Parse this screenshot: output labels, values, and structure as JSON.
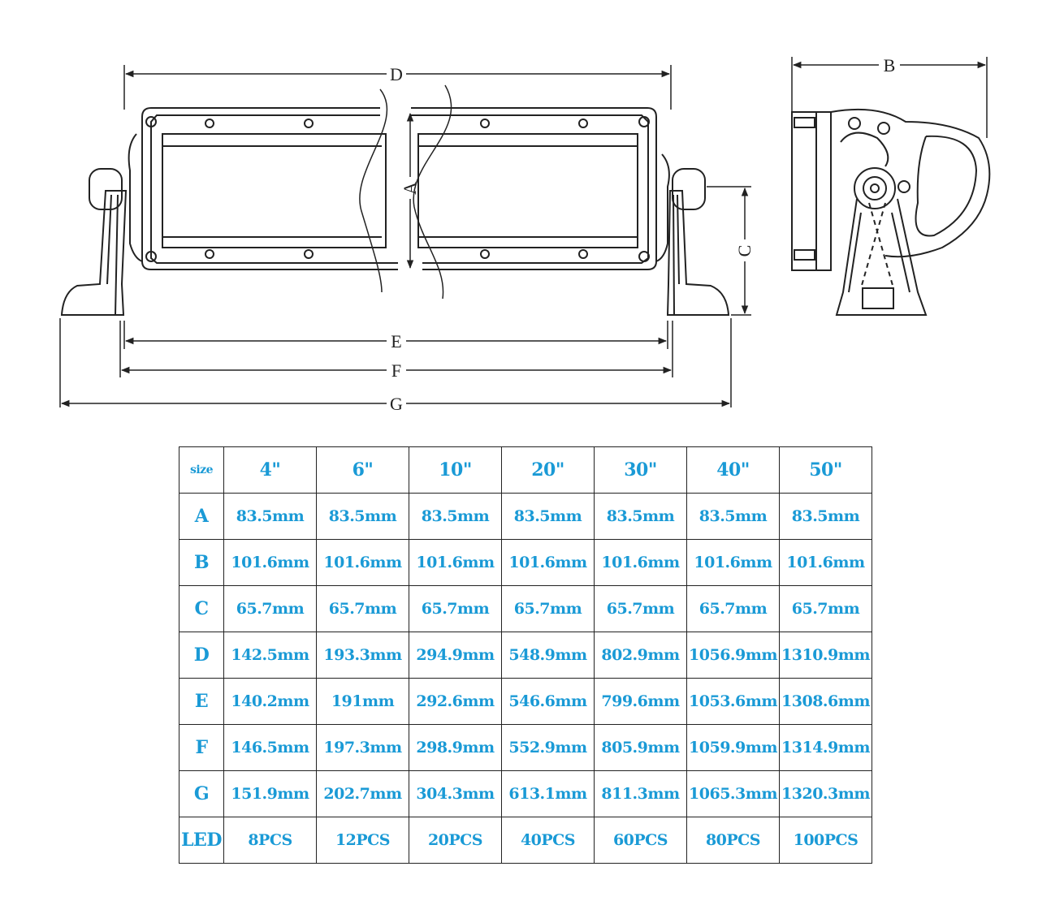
{
  "drawing": {
    "dimension_labels": {
      "a": "A",
      "b": "B",
      "c": "C",
      "d": "D",
      "e": "E",
      "f": "F",
      "g": "G"
    }
  },
  "table": {
    "corner_label": "size",
    "columns": [
      "4\"",
      "6\"",
      "10\"",
      "20\"",
      "30\"",
      "40\"",
      "50\""
    ],
    "rows": [
      {
        "label": "A",
        "values": [
          "83.5mm",
          "83.5mm",
          "83.5mm",
          "83.5mm",
          "83.5mm",
          "83.5mm",
          "83.5mm"
        ]
      },
      {
        "label": "B",
        "values": [
          "101.6mm",
          "101.6mm",
          "101.6mm",
          "101.6mm",
          "101.6mm",
          "101.6mm",
          "101.6mm"
        ]
      },
      {
        "label": "C",
        "values": [
          "65.7mm",
          "65.7mm",
          "65.7mm",
          "65.7mm",
          "65.7mm",
          "65.7mm",
          "65.7mm"
        ]
      },
      {
        "label": "D",
        "values": [
          "142.5mm",
          "193.3mm",
          "294.9mm",
          "548.9mm",
          "802.9mm",
          "1056.9mm",
          "1310.9mm"
        ]
      },
      {
        "label": "E",
        "values": [
          "140.2mm",
          "191mm",
          "292.6mm",
          "546.6mm",
          "799.6mm",
          "1053.6mm",
          "1308.6mm"
        ]
      },
      {
        "label": "F",
        "values": [
          "146.5mm",
          "197.3mm",
          "298.9mm",
          "552.9mm",
          "805.9mm",
          "1059.9mm",
          "1314.9mm"
        ]
      },
      {
        "label": "G",
        "values": [
          "151.9mm",
          "202.7mm",
          "304.3mm",
          "613.1mm",
          "811.3mm",
          "1065.3mm",
          "1320.3mm"
        ]
      },
      {
        "label": "LED",
        "values": [
          "8PCS",
          "12PCS",
          "20PCS",
          "40PCS",
          "60PCS",
          "80PCS",
          "100PCS"
        ]
      }
    ]
  },
  "colors": {
    "table_text": "#1a9ad6",
    "line": "#222222"
  }
}
